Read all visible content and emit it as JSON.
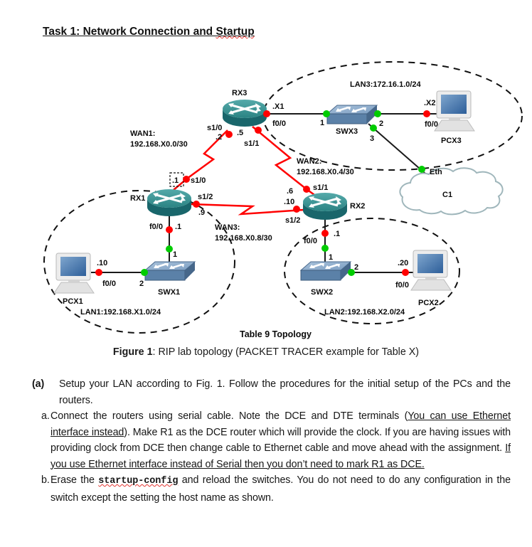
{
  "page": {
    "title_prefix": "Task 1: Network Connection and ",
    "title_misspelled_word": "Startup"
  },
  "diagram": {
    "devices": {
      "rx1": "RX1",
      "rx2": "RX2",
      "rx3": "RX3",
      "swx1": "SWX1",
      "swx2": "SWX2",
      "swx3": "SWX3",
      "pcx1": "PCX1",
      "pcx2": "PCX2",
      "pcx3": "PCX3",
      "cloud": "C1",
      "eth": "Eth"
    },
    "networks": {
      "wan1": {
        "name": "WAN1:",
        "subnet": "192.168.X0.0/30"
      },
      "wan2": {
        "name": "WAN2:",
        "subnet": "192.168.X0.4/30"
      },
      "wan3": {
        "name": "WAN3:",
        "subnet": "192.168.X0.8/30"
      },
      "lan1": "LAN1:192.168.X1.0/24",
      "lan2": "LAN2:192.168.X2.0/24",
      "lan3": "LAN3:172.16.1.0/24"
    },
    "interfaces": {
      "f00": "f0/0",
      "s10": "s1/0",
      "s11": "s1/1",
      "s12": "s1/2"
    },
    "addresses": {
      "x1": ".X1",
      "x2": ".X2",
      "d1": ".1",
      "d2": ".2",
      "d5": ".5",
      "d6": ".6",
      "d9": ".9",
      "d10": ".10",
      "d20": ".20"
    },
    "ports": {
      "p1": "1",
      "p2": "2",
      "p3": "3"
    },
    "caption": "Table 9 Topology",
    "colors": {
      "serial_link": "#ff0000",
      "port_up": "#00cc00",
      "port_red": "#ff0000",
      "router_body": "#2e8b8b",
      "switch_body": "#5b81a8"
    }
  },
  "figure": {
    "label": "Figure 1",
    "caption": ": RIP lab topology (PACKET TRACER example for Table X)"
  },
  "instructions": {
    "item_a": {
      "marker": "(a)",
      "text": "Setup your LAN according to Fig. 1. Follow the procedures for the initial setup of the PCs and the routers."
    },
    "sub_a": {
      "marker": "a.",
      "seg1": "Connect the routers using serial cable. Note the DCE and DTE terminals (",
      "seg2_underlined": "You can use Ethernet interface instead",
      "seg3": "). Make R1 as the DCE router which will provide the clock.  If you are having issues with providing clock from DCE then change cable to Ethernet cable and move ahead with the assignment.  ",
      "seg4_underlined": "If you use Ethernet interface instead of Serial then you don’t need to mark R1 as DCE."
    },
    "sub_b": {
      "marker": "b.",
      "seg1": "Erase the ",
      "code": "startup-config",
      "seg2": " and reload the switches. You do not need to do any configuration in the switch except the setting the host name as shown."
    }
  }
}
